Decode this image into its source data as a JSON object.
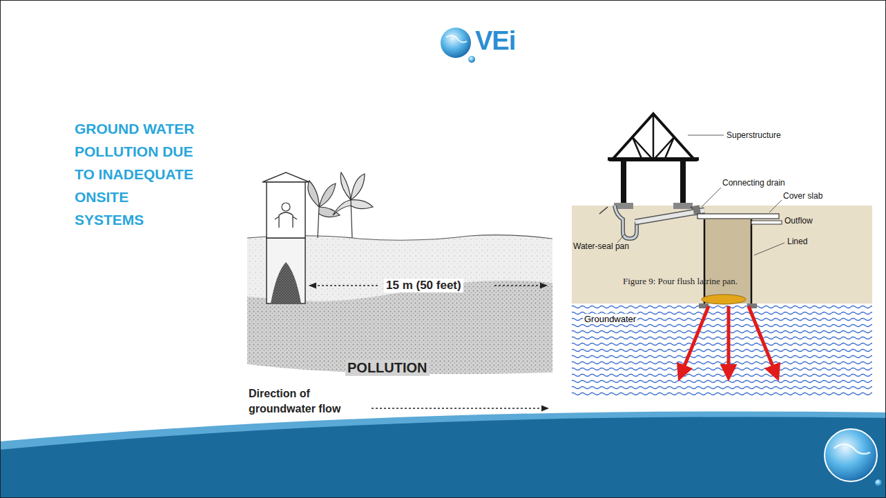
{
  "diagram": {
    "title": "GROUND WATER POLLUTION DUE TO INADEQUATE ONSITE SYSTEMS",
    "nodes": [
      {
        "text": [
          "Groundwater"
        ]
      }
    ],
    "labels": [
      "VEi",
      "15 m (50 feet)",
      "POLLUTION",
      "Direction of groundwater flow",
      "Superstructure",
      "Connecting drain",
      "Cover slab",
      "Outflow",
      "Water-seal pan",
      "Lined",
      "Figure 9: Pour flush latrine pan."
    ]
  }
}
